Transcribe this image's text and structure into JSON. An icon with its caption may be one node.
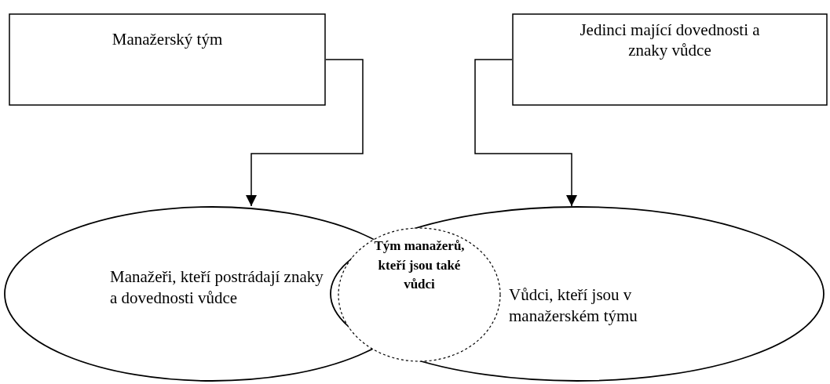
{
  "diagram": {
    "nodes": [
      {
        "text": [
          "Manažerský tým"
        ]
      },
      {
        "text": [
          "Jedinci mající dovednosti a znaky vůdce"
        ]
      },
      {
        "text": [
          "Manažeři, kteří postrádají znaky a dovednosti vůdce"
        ]
      },
      {
        "text": [
          "Vůdci, kteří jsou v manažerském týmu"
        ]
      },
      {
        "text": [
          "Tým manažerů, kteří jsou také vůdci"
        ],
        "in": 3
      }
    ],
    "edges": [
      {
        "from": 0,
        "to": 2,
        "arrow": "to"
      },
      {
        "from": 1,
        "to": 3,
        "arrow": "to"
      }
    ]
  }
}
